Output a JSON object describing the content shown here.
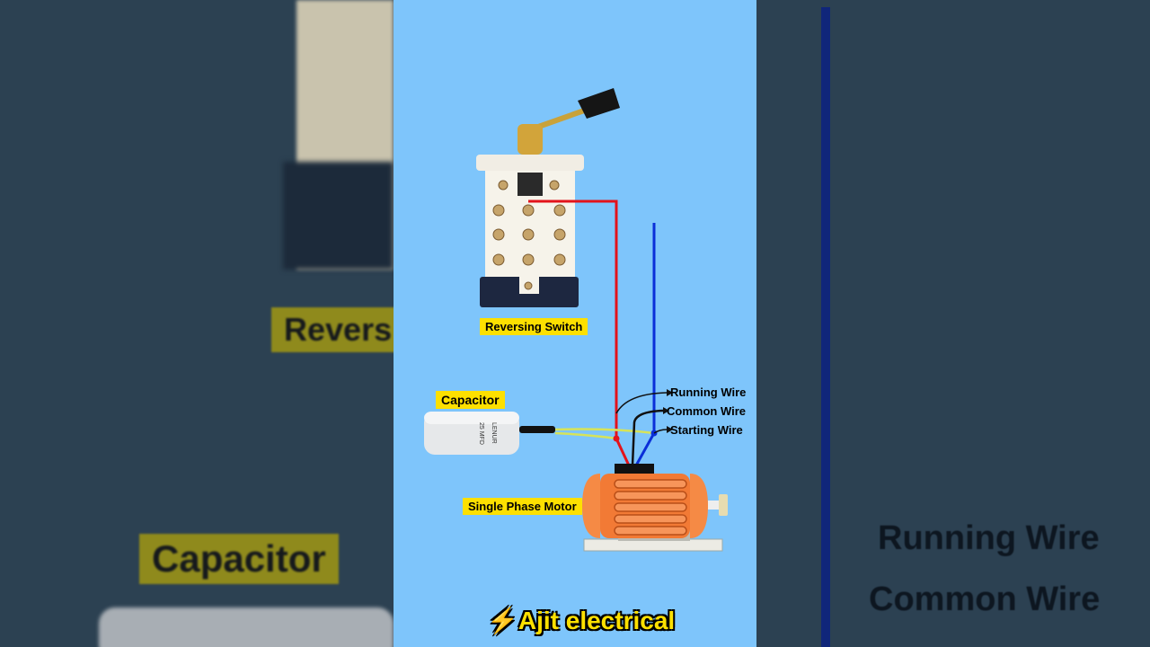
{
  "diagram": {
    "labels": {
      "switch": "Reversing Switch",
      "capacitor": "Capacitor",
      "motor": "Single Phase Motor",
      "running_wire": "Running Wire",
      "common_wire": "Common Wire",
      "starting_wire": "Starting Wire"
    },
    "wire_colors": {
      "red": "#e3131b",
      "blue": "#0a2fd8",
      "black": "#111111",
      "yellow_green": "#d6e35a"
    },
    "background_color": "#7ec5fb",
    "label_color": "#fde000"
  },
  "capacitor_print": {
    "brand": "LENUR",
    "rating": "25 MFD"
  },
  "watermark": {
    "icon": "lightning-bolt-icon",
    "text": "Ajit electrical"
  },
  "background_blur": {
    "left_label_switch": "Revers",
    "left_label_capacitor": "Capacitor",
    "right_running": "Running Wire",
    "right_common": "Common Wire"
  }
}
